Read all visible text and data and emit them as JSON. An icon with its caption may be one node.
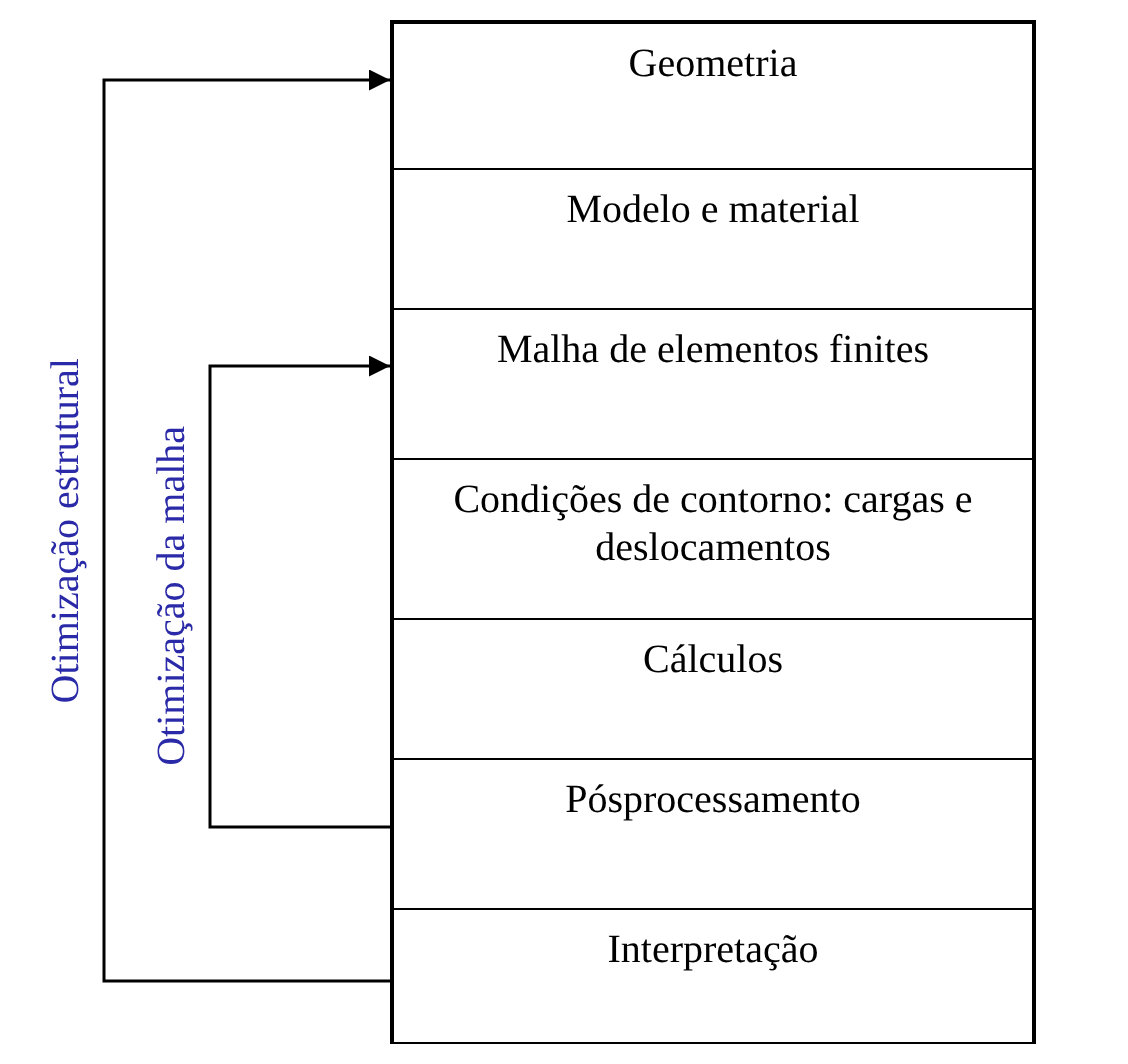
{
  "diagram": {
    "nodes": [
      {
        "text": [
          "Geometria"
        ]
      },
      {
        "text": [
          "Modelo e material"
        ]
      },
      {
        "text": [
          "Malha de elementos finites"
        ]
      },
      {
        "text": [
          "Condições de contorno: cargas e deslocamentos"
        ]
      },
      {
        "text": [
          "Cálculos"
        ]
      },
      {
        "text": [
          "Pósprocessamento"
        ]
      },
      {
        "text": [
          "Interpretação"
        ]
      }
    ],
    "edges": [
      {
        "from": 6,
        "to": 0,
        "arrow": "to",
        "label": "Otimização estrutural"
      },
      {
        "from": 5,
        "to": 2,
        "arrow": "to",
        "label": "Otimização da malha"
      }
    ]
  }
}
